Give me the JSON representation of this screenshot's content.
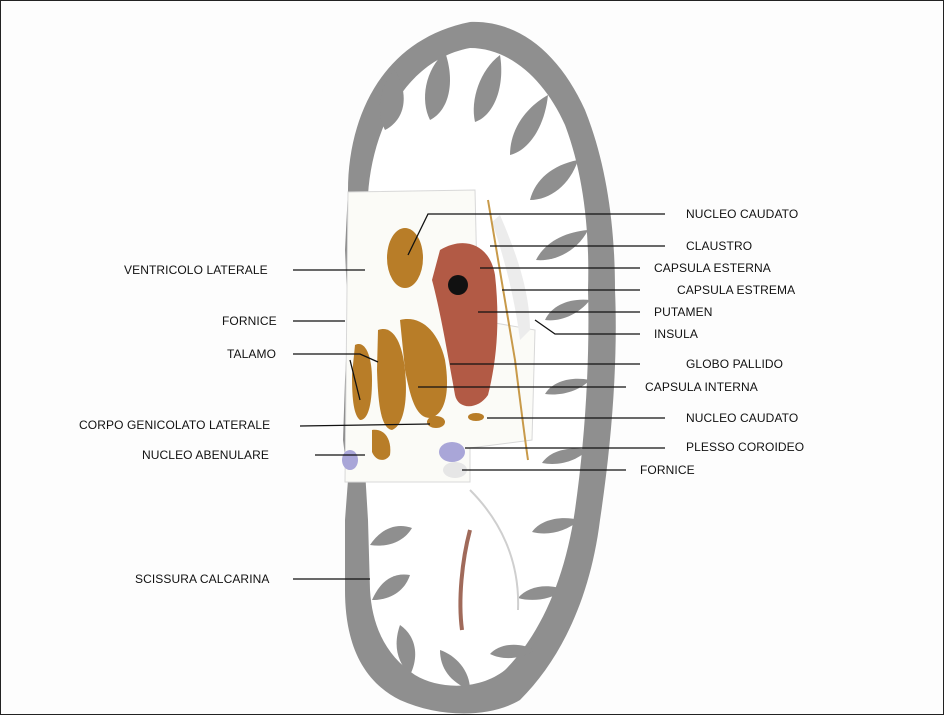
{
  "labels": {
    "left": {
      "ventricolo_laterale": "VENTRICOLO LATERALE",
      "fornice": "FORNICE",
      "talamo": "TALAMO",
      "corpo_genicolato_laterale": "CORPO GENICOLATO LATERALE",
      "nucleo_abenulare": "NUCLEO ABENULARE",
      "scissura_calcarina": "SCISSURA CALCARINA"
    },
    "right": {
      "nucleo_caudato_top": "NUCLEO CAUDATO",
      "claustro": "CLAUSTRO",
      "capsula_esterna": "CAPSULA ESTERNA",
      "capsula_estrema": "CAPSULA ESTREMA",
      "putamen": "PUTAMEN",
      "insula": "INSULA",
      "globo_pallido": "GLOBO PALLIDO",
      "capsula_interna": "CAPSULA INTERNA",
      "nucleo_caudato_bottom": "NUCLEO CAUDATO",
      "plesso_coroideo": "PLESSO COROIDEO",
      "fornice": "FORNICE"
    }
  },
  "colors": {
    "gray_matter": "#8f8f8f",
    "white_matter": "#ffffff",
    "nuclei_ochre": "#b87d28",
    "putamen_red": "#b25a45",
    "choroid_violet": "#a9a6d8",
    "leader_line": "#111111"
  }
}
